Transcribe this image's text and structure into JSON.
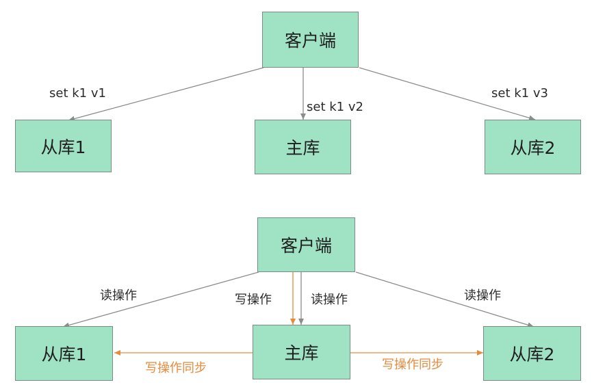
{
  "top": {
    "client": "客户端",
    "slave1": "从库1",
    "master": "主库",
    "slave2": "从库2",
    "edge_left": "set k1 v1",
    "edge_mid": "set k1 v2",
    "edge_right": "set k1 v3"
  },
  "bottom": {
    "client": "客户端",
    "slave1": "从库1",
    "master": "主库",
    "slave2": "从库2",
    "read_left": "读操作",
    "write": "写操作",
    "read_mid": "读操作",
    "read_right": "读操作",
    "sync_left": "写操作同步",
    "sync_right": "写操作同步"
  },
  "colors": {
    "node_fill": "#9fe2c4",
    "node_border": "#7a8a84",
    "edge": "#8c8c8c",
    "sync": "#e88a3c"
  }
}
